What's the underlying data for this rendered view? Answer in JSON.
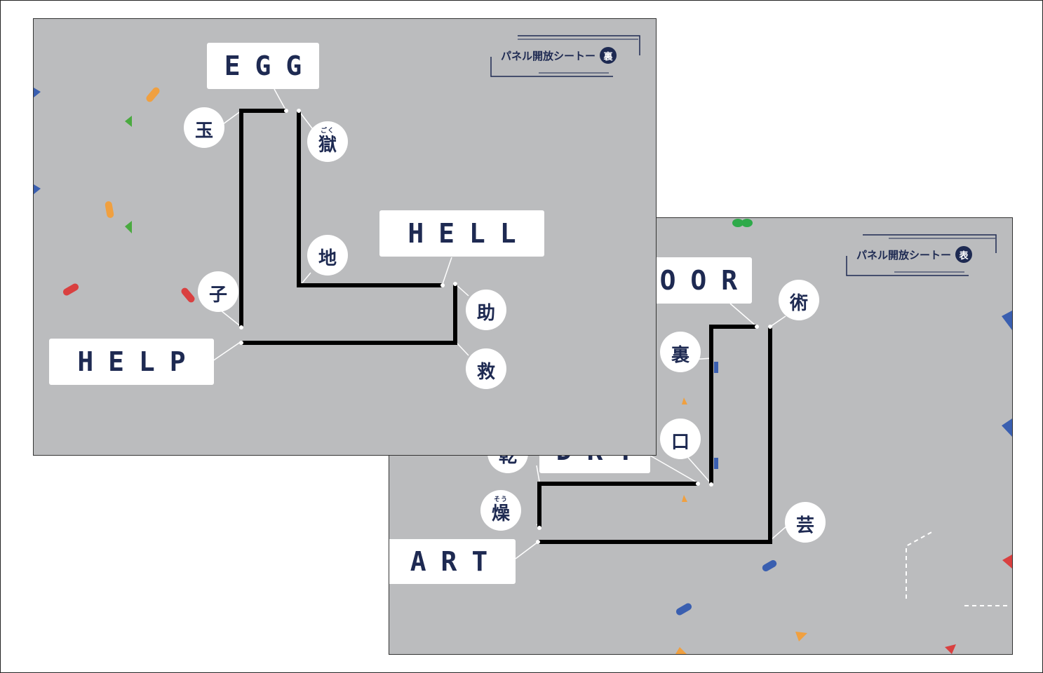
{
  "back_sheet": {
    "title": "パネル開放シート",
    "side_mark": "表",
    "words": [
      "DOOR",
      "DRY",
      "ART"
    ],
    "circles": [
      {
        "kanji": "術",
        "ruby": ""
      },
      {
        "kanji": "裏",
        "ruby": ""
      },
      {
        "kanji": "口",
        "ruby": ""
      },
      {
        "kanji": "乾",
        "ruby": ""
      },
      {
        "kanji": "燥",
        "ruby": "そう"
      },
      {
        "kanji": "芸",
        "ruby": ""
      }
    ]
  },
  "front_sheet": {
    "title": "パネル開放シート",
    "side_mark": "裏",
    "words": [
      "EGG",
      "HELL",
      "HELP"
    ],
    "circles": [
      {
        "kanji": "玉",
        "ruby": ""
      },
      {
        "kanji": "獄",
        "ruby": "ごく"
      },
      {
        "kanji": "地",
        "ruby": ""
      },
      {
        "kanji": "子",
        "ruby": ""
      },
      {
        "kanji": "助",
        "ruby": ""
      },
      {
        "kanji": "救",
        "ruby": ""
      }
    ]
  },
  "colors": {
    "sheet_bg": "#bbbcbe",
    "text_navy": "#1e2a52",
    "path_line": "#000000"
  }
}
